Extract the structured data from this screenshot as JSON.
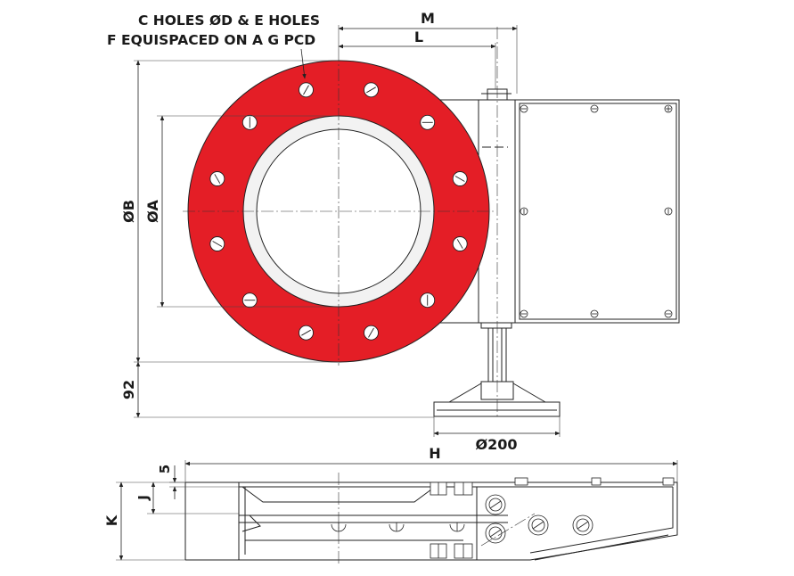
{
  "labels": {
    "holes_line1": "C HOLES ØD & E HOLES",
    "holes_line2": "F EQUISPACED ON A G PCD",
    "dim_M": "M",
    "dim_L": "L",
    "dim_B": "ØB",
    "dim_A": "ØA",
    "dim_92": "92",
    "dim_200": "Ø200",
    "dim_H": "H",
    "dim_5": "5",
    "dim_J": "J",
    "dim_K": "K"
  },
  "colors": {
    "flange": "#e41e26",
    "bore_ring": "#f2f2f2",
    "line": "#222222",
    "background": "#ffffff"
  },
  "flange_bolt_holes": 12
}
